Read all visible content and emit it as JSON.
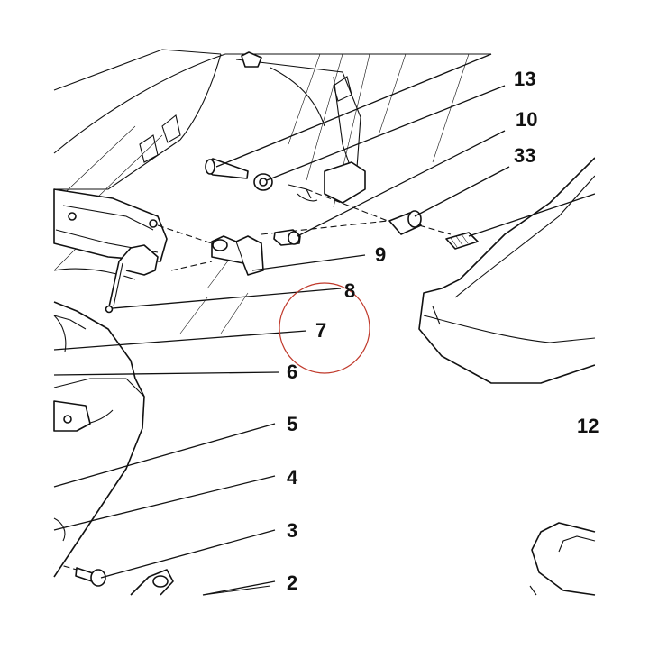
{
  "callouts": [
    {
      "id": "2",
      "label": "2"
    },
    {
      "id": "3",
      "label": "3"
    },
    {
      "id": "4",
      "label": "4"
    },
    {
      "id": "5",
      "label": "5"
    },
    {
      "id": "6",
      "label": "6"
    },
    {
      "id": "7",
      "label": "7"
    },
    {
      "id": "8",
      "label": "8"
    },
    {
      "id": "9",
      "label": "9"
    },
    {
      "id": "10",
      "label": "10"
    },
    {
      "id": "12",
      "label": "12"
    },
    {
      "id": "13",
      "label": "13"
    },
    {
      "id": "33",
      "label": "33"
    }
  ],
  "highlight": {
    "target": "7",
    "color": "#c0392b"
  },
  "colors": {
    "line": "#111111",
    "background": "#ffffff"
  }
}
